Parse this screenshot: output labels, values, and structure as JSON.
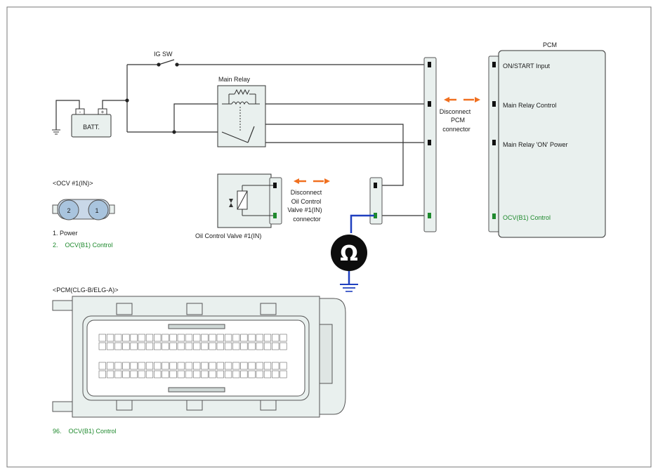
{
  "labels": {
    "ig_sw": "IG SW",
    "main_relay": "Main Relay",
    "battery": "BATT.",
    "battery_minus": "-",
    "battery_plus": "+",
    "pcm": "PCM",
    "pcm_pins": [
      "ON/START Input",
      "Main Relay Control",
      "Main Relay 'ON' Power",
      "OCV(B1) Control"
    ],
    "disconnect_pcm": [
      "Disconnect",
      "PCM",
      "connector"
    ],
    "disconnect_ocv": [
      "Disconnect",
      "Oil Control",
      "Valve #1(IN)",
      "connector"
    ],
    "ocv_name": "Oil Control Valve #1(IN)",
    "ohm_symbol": "Ω"
  },
  "ocv_connector": {
    "title": "<OCV #1(IN)>",
    "pin_labels": [
      "2",
      "1"
    ],
    "pins": [
      "1. Power",
      "2.    OCV(B1) Control"
    ]
  },
  "pcm_connector": {
    "title": "<PCM(CLG-B/ELG-A)>",
    "pin_note": "96.    OCV(B1) Control"
  },
  "colors": {
    "wire": "#333333",
    "ground_lead": "#1f3fbf",
    "arrow": "#f07020",
    "highlight_green": "#1f8a2e",
    "box_fill": "#e9f0ee"
  }
}
